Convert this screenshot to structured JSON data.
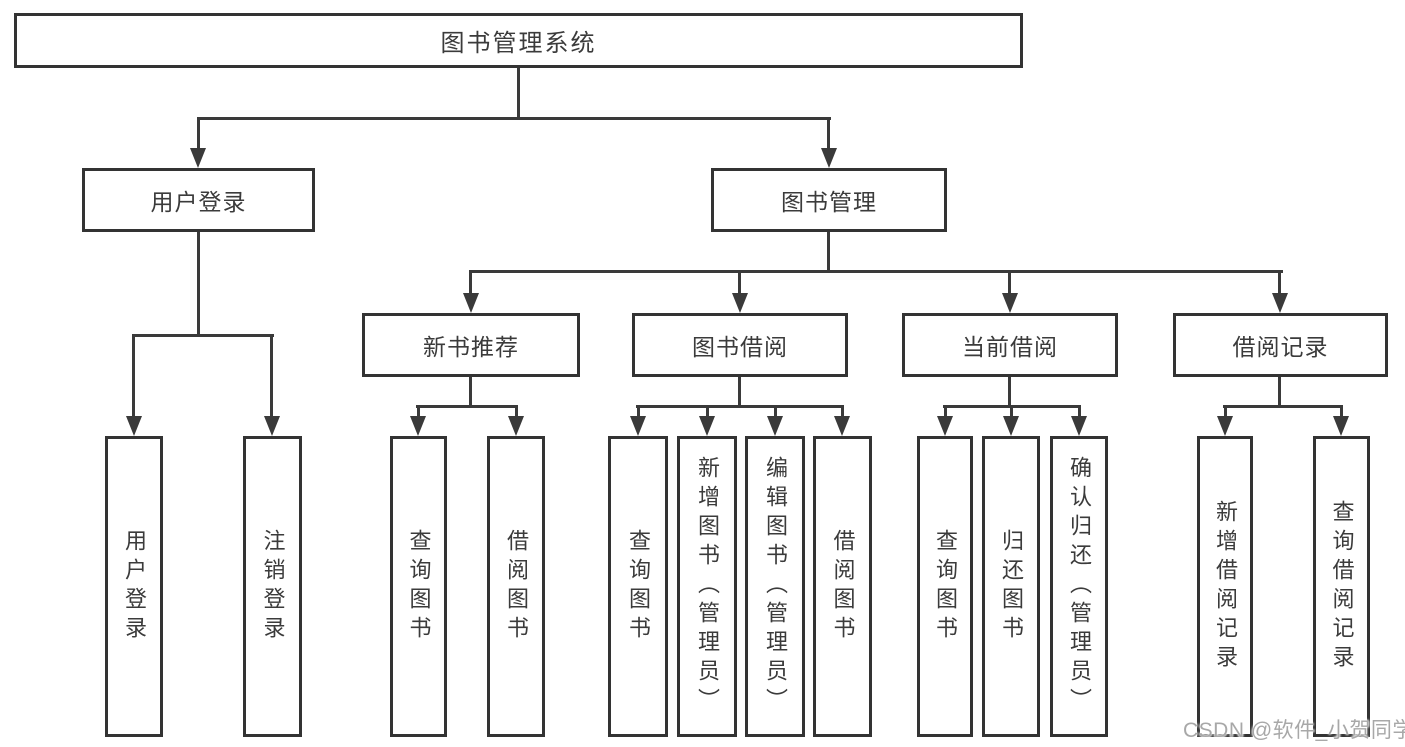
{
  "diagram": {
    "root": {
      "label": "图书管理系统"
    },
    "branches": [
      {
        "label": "用户登录",
        "children": [
          {
            "label": "用户登录"
          },
          {
            "label": "注销登录"
          }
        ]
      },
      {
        "label": "图书管理",
        "children": [
          {
            "label": "新书推荐",
            "children": [
              {
                "label": "查询图书"
              },
              {
                "label": "借阅图书"
              }
            ]
          },
          {
            "label": "图书借阅",
            "children": [
              {
                "label": "查询图书"
              },
              {
                "label": "新增图书（管理员）"
              },
              {
                "label": "编辑图书（管理员）"
              },
              {
                "label": "借阅图书"
              }
            ]
          },
          {
            "label": "当前借阅",
            "children": [
              {
                "label": "查询图书"
              },
              {
                "label": "归还图书"
              },
              {
                "label": "确认归还（管理员）"
              }
            ]
          },
          {
            "label": "借阅记录",
            "children": [
              {
                "label": "新增借阅记录"
              },
              {
                "label": "查询借阅记录"
              }
            ]
          }
        ]
      }
    ]
  },
  "watermark": {
    "text": "CSDN @软件_小贺同学"
  },
  "colors": {
    "line": "#3a3a3a",
    "border": "#333333",
    "text": "#3b3b3b",
    "watermark": "#a8a8a8",
    "background": "#ffffff"
  }
}
